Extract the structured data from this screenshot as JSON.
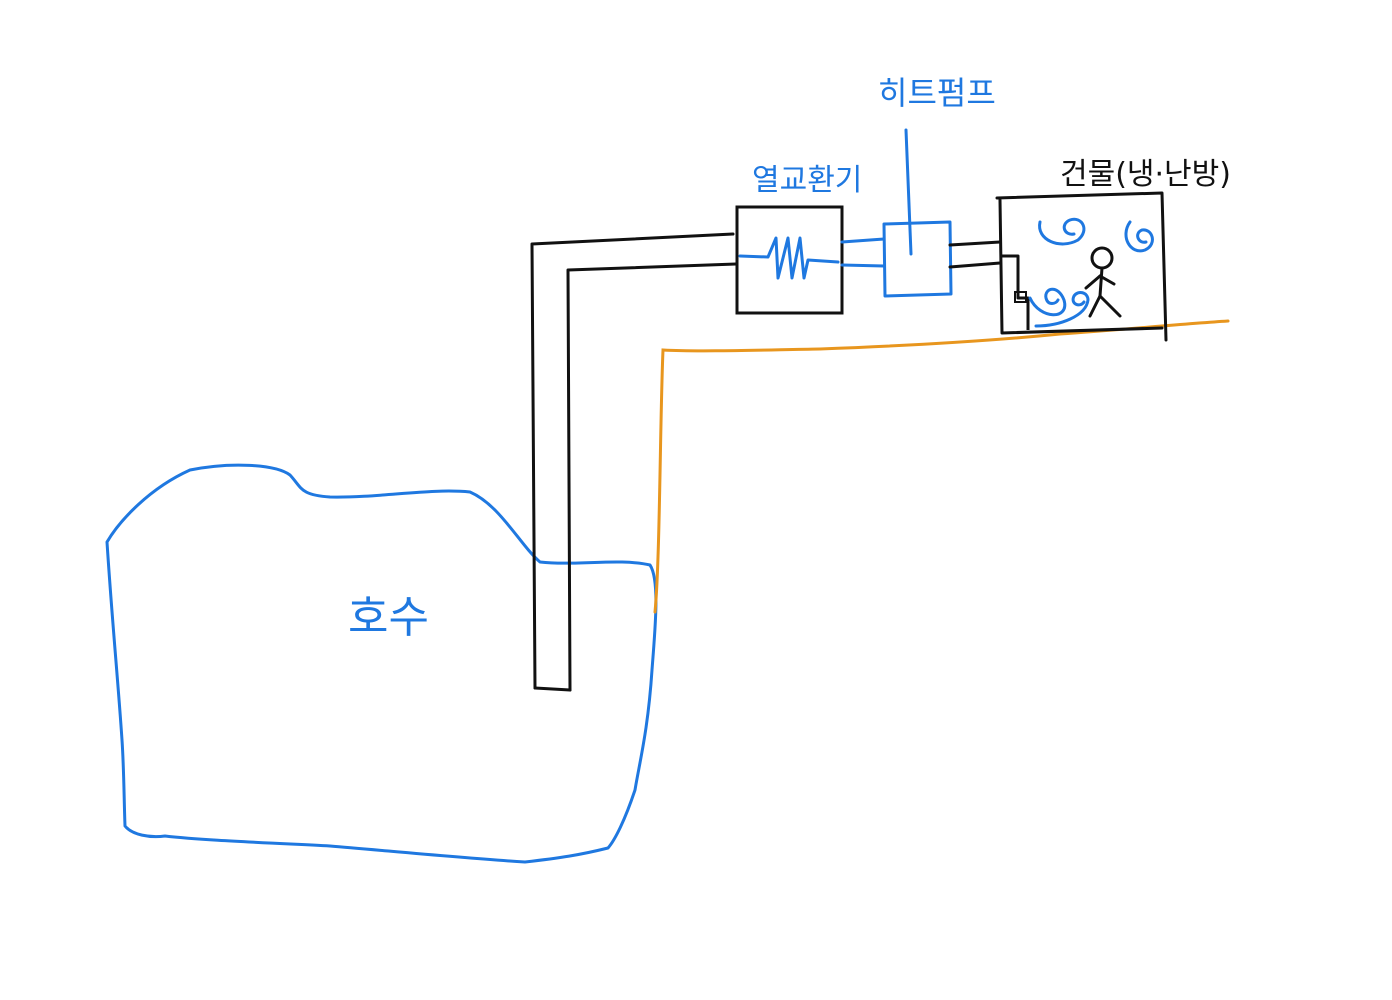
{
  "labels": {
    "lake": "호수",
    "heat_exchanger": "열교환기",
    "heat_pump": "히트펌프",
    "building": "건물(냉·난방)"
  },
  "colors": {
    "water": "#1f78e0",
    "structure": "#111111",
    "ground": "#e8961e",
    "background": "#ffffff"
  }
}
